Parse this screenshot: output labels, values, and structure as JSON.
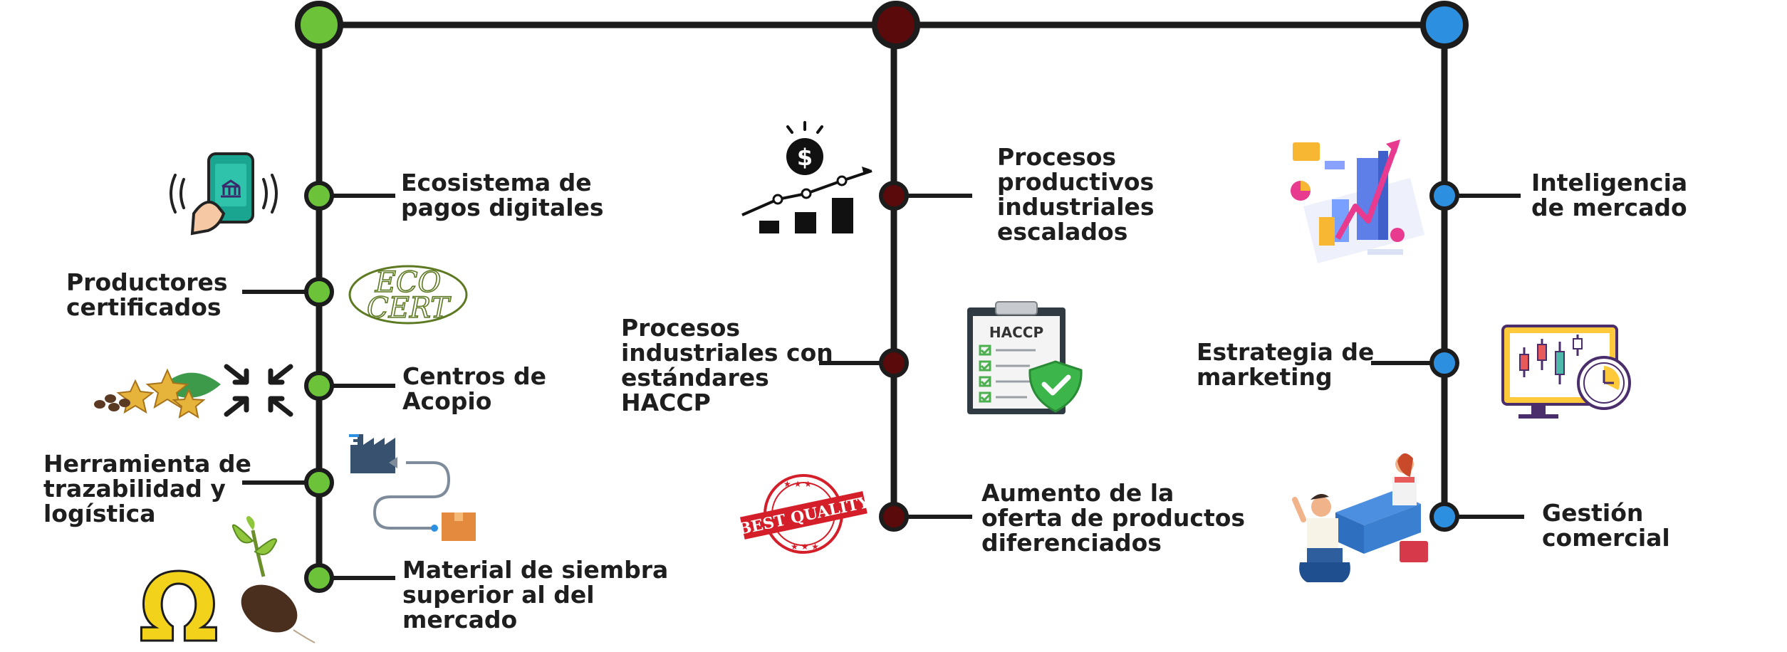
{
  "colors": {
    "line": "#1c1c1c",
    "green": "#6cc33a",
    "maroon": "#5a0a0a",
    "blue": "#2d8fe0"
  },
  "columns": [
    {
      "color": "green",
      "items": [
        {
          "lines": [
            "Ecosistema de",
            "pagos digitales"
          ],
          "icon": "mobile-payment-icon"
        },
        {
          "lines": [
            "Productores",
            "certificados"
          ],
          "icon": "ecocert-logo-icon"
        },
        {
          "lines": [
            "Centros de",
            "Acopio"
          ],
          "icon": "collection-center-icon"
        },
        {
          "lines": [
            "Herramienta de",
            "trazabilidad y",
            "logística"
          ],
          "icon": "factory-to-box-logistics-icon"
        },
        {
          "lines": [
            "Material de siembra",
            "superior al del",
            "mercado"
          ],
          "icon": "seed-sprout-icon"
        }
      ]
    },
    {
      "color": "maroon",
      "items": [
        {
          "lines": [
            "Procesos",
            "productivos",
            "industriales",
            "escalados"
          ],
          "icon": "growth-chart-dollar-icon"
        },
        {
          "lines": [
            "Procesos",
            "industriales con",
            "estándares",
            "HACCP"
          ],
          "icon": "haccp-clipboard-icon"
        },
        {
          "lines": [
            "Aumento de la",
            "oferta de productos",
            "diferenciados"
          ],
          "icon": "best-quality-stamp-icon"
        }
      ]
    },
    {
      "color": "blue",
      "items": [
        {
          "lines": [
            "Inteligencia",
            "de mercado"
          ],
          "icon": "market-analytics-icon"
        },
        {
          "lines": [
            "Estrategia de",
            "marketing"
          ],
          "icon": "marketing-monitor-icon"
        },
        {
          "lines": [
            "Gestión",
            "comercial"
          ],
          "icon": "business-meeting-icon"
        }
      ]
    }
  ],
  "icon_text": {
    "ecocert_line1": "ECO",
    "ecocert_line2": "CERT",
    "haccp": "HACCP",
    "best_quality": "BEST QUALITY"
  }
}
